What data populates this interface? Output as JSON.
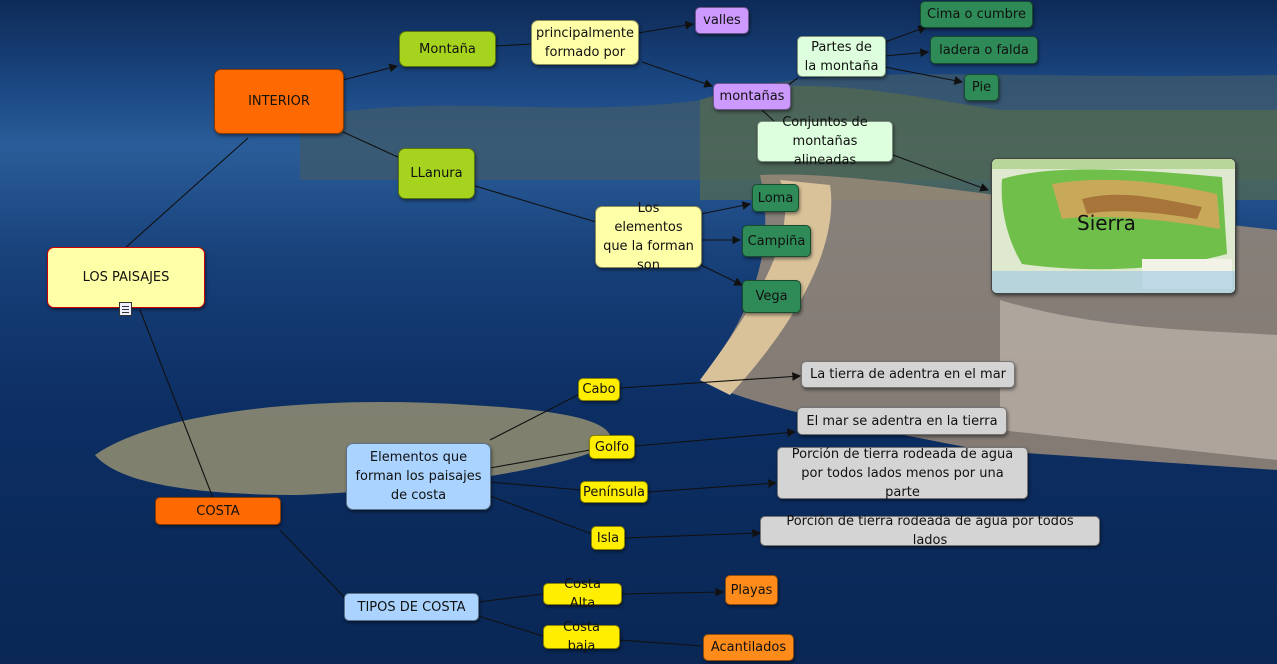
{
  "concept_map": {
    "root": "LOS PAISAJES",
    "interior": "INTERIOR",
    "montana": "Montaña",
    "principalmente": "principalmente formado por",
    "valles": "valles",
    "montanas": "montañas",
    "partes": "Partes de la montaña",
    "cima": "Cima o cumbre",
    "ladera": "ladera o falda",
    "pie": "Pie",
    "conjuntos": "Conjuntos de montañas alineadas",
    "llanura": "LLanura",
    "elementos_llanura": "Los elementos que la forman son",
    "loma": "Loma",
    "campina": "Campiña",
    "vega": "Vega",
    "costa": "COSTA",
    "elementos_costa": "Elementos que forman los paisajes de costa",
    "cabo": "Cabo",
    "golfo": "Golfo",
    "peninsula": "Península",
    "isla": "Isla",
    "def_cabo": "La tierra de adentra en el mar",
    "def_golfo": "El mar se adentra en la tierra",
    "def_peninsula": "Porción de tierra rodeada de agua por todos lados menos por una parte",
    "def_isla": "Porción de tierra rodeada de agua por todos lados",
    "tipos_costa": "TIPOS DE COSTA",
    "costa_alta": "Costa Alta",
    "costa_baja": "Costa baja",
    "playas": "Playas",
    "acantilados": "Acantilados",
    "map_label": "Sierra"
  },
  "icons": {
    "attachment": "document-icon",
    "map": "relief-map-image"
  },
  "colors": {
    "orange": "#ff6a00",
    "green": "#a6d41e",
    "dark_green": "#2e8b57",
    "light_green": "#ddffdd",
    "yellow": "#ffffa8",
    "bright_yellow": "#ffee00",
    "purple": "#cc99ff",
    "grey": "#d4d4d4",
    "blue": "#aad4ff"
  }
}
